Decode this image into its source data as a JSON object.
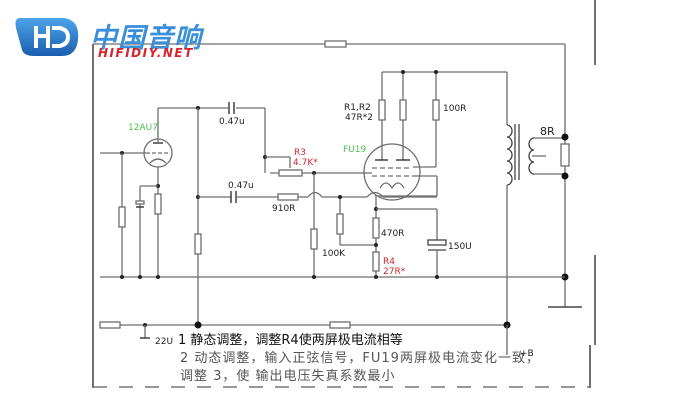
{
  "logo": {
    "name_cn": "中国音响",
    "site": "HIFIDIY.NET",
    "brand_blue": "#3a8fd8",
    "brand_red": "#d8232a"
  },
  "components": {
    "driver_tube": "12AU7",
    "output_tube": "FU19",
    "c_coupling_top": "0.47u",
    "c_coupling_bottom": "0.47u",
    "r3_ref": "R3",
    "r3_value": "4.7K*",
    "r1r2_ref": "R1,R2",
    "r1r2_value": "47R*2",
    "r_screen": "100R",
    "r_grid_stop": "910R",
    "r_grid_leak": "100K",
    "r_cathode": "470R",
    "r4_ref": "R4",
    "r4_value": "27R*",
    "c_cathode": "150U",
    "load": "8R",
    "c_supply": "22U",
    "supply": "+B"
  },
  "notes": {
    "line1": "1 静态调整，调整R4使两屏极电流相等",
    "line2": "2 动态调整，输入正弦信号，FU19两屏极电流变化一致，",
    "line3": "调整 3，使 输出电压失真系数最小"
  },
  "colors": {
    "wire": "#6e6e6e",
    "border": "#222222",
    "label_green": "#4fc24f",
    "label_red": "#c8282d"
  }
}
